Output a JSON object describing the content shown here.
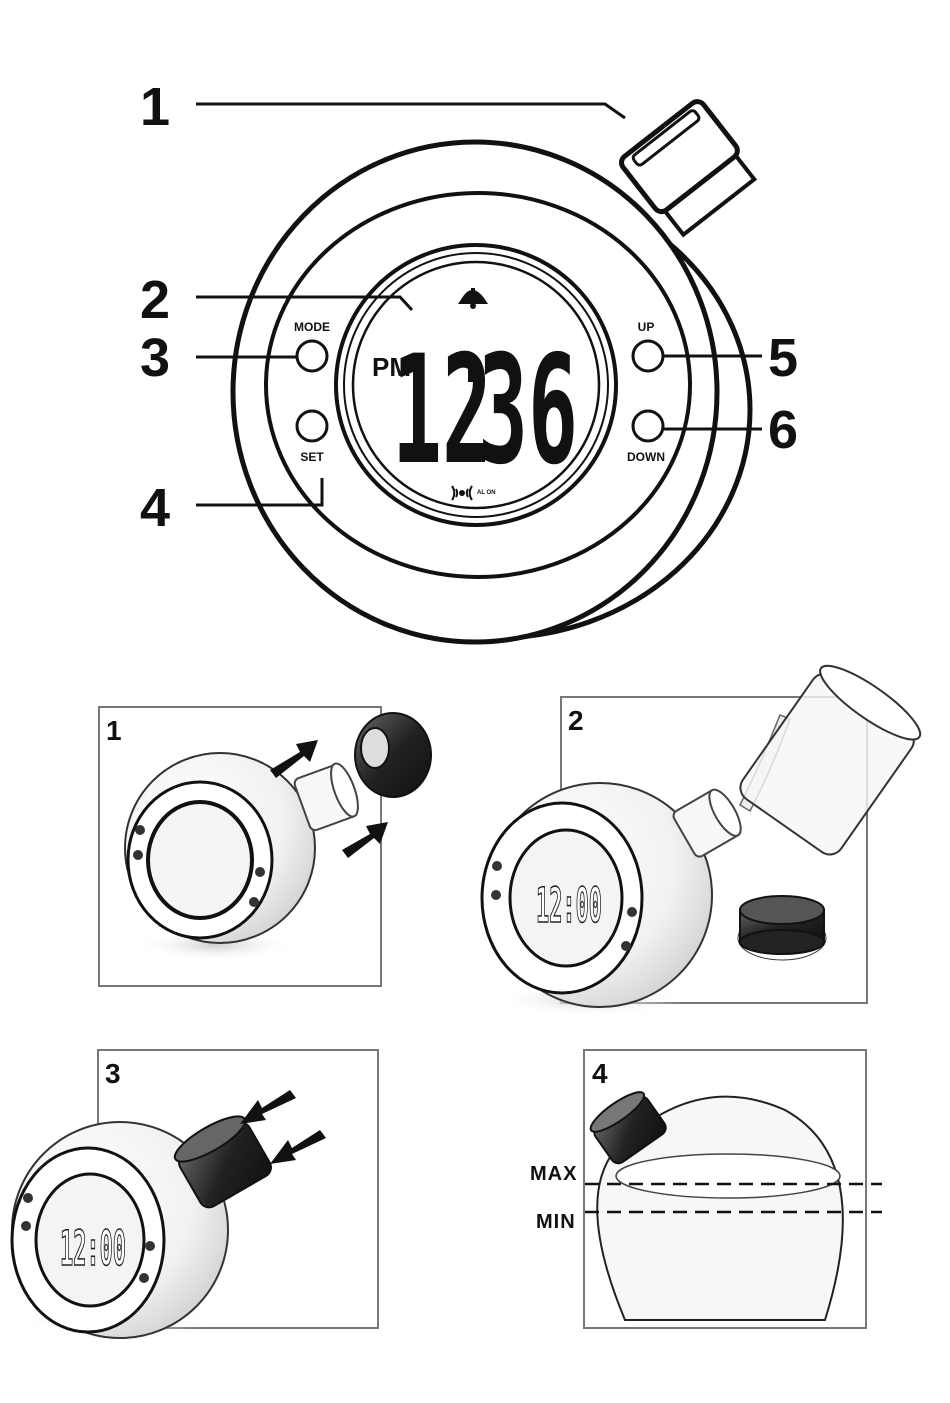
{
  "callouts": [
    "1",
    "2",
    "3",
    "4",
    "5",
    "6"
  ],
  "buttons": {
    "mode": "MODE",
    "set": "SET",
    "up": "UP",
    "down": "DOWN"
  },
  "display": {
    "period": "PM",
    "hours": "12",
    "minutes": "36",
    "alarm_indicator": "AL ON"
  },
  "steps": [
    {
      "number": "1"
    },
    {
      "number": "2",
      "display_time": "12:00"
    },
    {
      "number": "3",
      "display_time": "12:00"
    },
    {
      "number": "4",
      "max_label": "MAX",
      "min_label": "MIN"
    }
  ]
}
